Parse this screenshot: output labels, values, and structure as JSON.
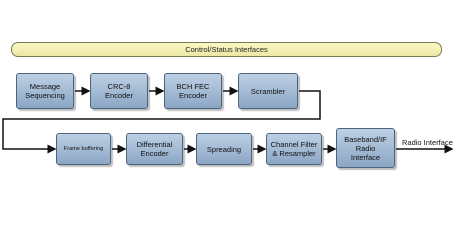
{
  "control_bar": "Control/Status Interfaces",
  "row1": [
    {
      "label": "Message\nSequencing"
    },
    {
      "label": "CRC-8\nEncoder"
    },
    {
      "label": "BCH FEC\nEncoder"
    },
    {
      "label": "Scrambler"
    }
  ],
  "row2": [
    {
      "label": "Frame buffering"
    },
    {
      "label": "Differential\nEncoder"
    },
    {
      "label": "Spreading"
    },
    {
      "label": "Channel Filter\n& Resampler"
    },
    {
      "label": "Baseband/IF\nRadio\nInterface"
    }
  ],
  "output_label": "Radio Interface",
  "colors": {
    "block_fill": "#a4bcd6",
    "block_border": "#4e637d",
    "bar_fill": "#f7f2b8"
  }
}
